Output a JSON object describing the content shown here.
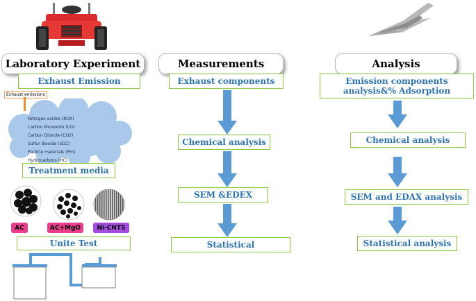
{
  "columns": [
    {
      "header": "Laboratory Experiment",
      "boxes": [
        "Exhaust Emission",
        "Treatment media",
        "Unite Test"
      ]
    },
    {
      "header": "Measurements",
      "boxes": [
        "Exhaust components",
        "Chemical analysis",
        "SEM &EDEX",
        "Statistical"
      ]
    },
    {
      "header": "Analysis",
      "boxes": [
        "Emission components analysis&% Adsorption",
        "Chemical analysis",
        "SEM and EDAX analysis",
        "Statistical analysis"
      ]
    }
  ],
  "emissions": {
    "label": "Exhaust emissions",
    "items": [
      "Nitrogen oxides (NOX)",
      "Carbon Monoxide (CO)",
      "Carbon Dioxide (CO2)",
      "Sulfur dioxide (SO2)",
      "Particle materials (Pm)",
      "Hydrocarbons (HC)"
    ]
  },
  "media": [
    {
      "label": "AC",
      "color": "#e83e8c"
    },
    {
      "label": "AC+MgO",
      "color": "#e83e8c"
    },
    {
      "label": "Ni-CNTS",
      "color": "#a54ce0"
    }
  ],
  "colors": {
    "box_border": "#8cc63f",
    "box_text": "#2e74b5",
    "arrow": "#5b9bd5",
    "cloud": "#a9c8ea",
    "tractor": "#d92b2b"
  }
}
